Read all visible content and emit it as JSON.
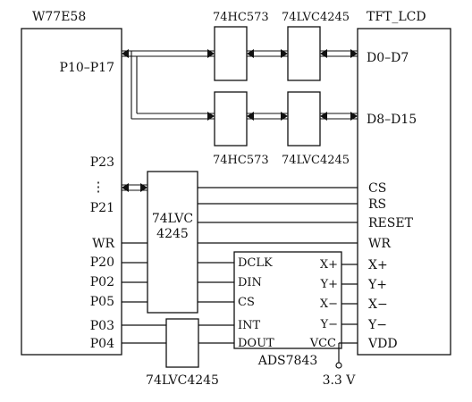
{
  "mcu": {
    "title": "W77E58",
    "port_bus": "P10–P17",
    "p23": "P23",
    "dots": "⋮",
    "p21": "P21",
    "wr": "WR",
    "p20": "P20",
    "p02": "P02",
    "p05": "P05",
    "p03": "P03",
    "p04": "P04"
  },
  "lcd": {
    "title": "TFT_LCD",
    "d0_d7": "D0–D7",
    "d8_d15": "D8–D15",
    "cs": "CS",
    "rs": "RS",
    "reset": "RESET",
    "wr": "WR",
    "xp": "X+",
    "yp": "Y+",
    "xm": "X−",
    "ym": "Y−",
    "vdd": "VDD"
  },
  "latch_top_label": "74HC573",
  "buffer_top_label": "74LVC4245",
  "latch_bottom_label": "74HC573",
  "buffer_bottom_label": "74LVC4245",
  "mid_buffer": {
    "line1": "74LVC",
    "line2": "4245"
  },
  "small_buffer_label": "74LVC4245",
  "ads": {
    "name": "ADS7843",
    "dclk": "DCLK",
    "din": "DIN",
    "cs": "CS",
    "int": "INT",
    "dout": "DOUT",
    "xp": "X+",
    "yp": "Y+",
    "xm": "X−",
    "ym": "Y−",
    "vcc": "VCC"
  },
  "supply": "3.3 V"
}
